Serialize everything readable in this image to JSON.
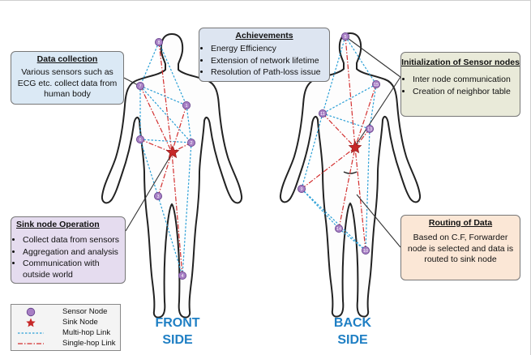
{
  "achievements": {
    "title": "Achievements",
    "items": [
      "Energy Efficiency",
      "Extension of network lifetime",
      "Resolution of Path-loss issue"
    ]
  },
  "data_collection": {
    "title": "Data collection",
    "text": "Various sensors such as ECG etc. collect data from human body"
  },
  "initialization": {
    "title": "Initialization of Sensor nodes",
    "items": [
      "Inter node communication",
      "Creation of neighbor table"
    ]
  },
  "sink_operation": {
    "title": "Sink node Operation",
    "items": [
      "Collect data from sensors",
      "Aggregation and analysis",
      "Communication with outside world"
    ]
  },
  "routing": {
    "title": "Routing of Data",
    "text": "Based on C.F, Forwarder node is selected and data is routed to sink node"
  },
  "legend": {
    "sensor": "Sensor Node",
    "sink": "Sink Node",
    "multi": "Multi-hop Link",
    "single": "Single-hop Link"
  },
  "front_label": {
    "line1": "FRONT",
    "line2": "SIDE"
  },
  "back_label": {
    "line1": "BACK",
    "line2": "SIDE"
  },
  "node_labels": {
    "front": [
      "8",
      "7",
      "1",
      "6",
      "2",
      "3",
      "4"
    ],
    "back": [
      "5",
      "15",
      "11",
      "13",
      "9",
      "14",
      "10"
    ]
  },
  "colors": {
    "sensor_fill": "#a77fc4",
    "sink_fill": "#c62828",
    "multi_hop": "#2a9fd6",
    "single_hop": "#d32f2f",
    "side_label": "#1f7fc4"
  }
}
